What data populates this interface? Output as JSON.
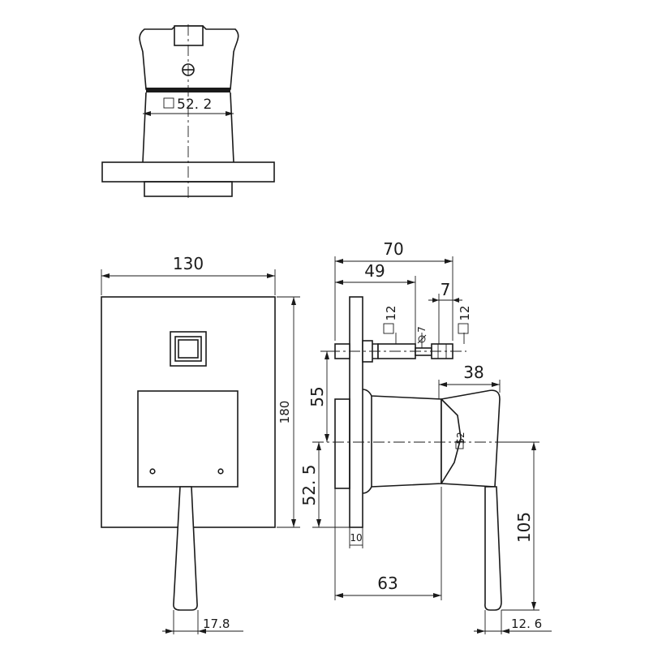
{
  "top_view": {
    "width_label": "52. 2",
    "width_symbol": "square"
  },
  "front_view": {
    "plate_width": "130",
    "plate_height": "180",
    "handle_width": "17.8"
  },
  "side_view": {
    "overall_depth": "70",
    "diverter_depth": "49",
    "diverter_tip": "7",
    "spindle_square_a": "12",
    "spindle_diameter": "7",
    "spindle_square_b": "12",
    "handle_body_depth": "38",
    "body_square": "52",
    "upper_offset": "55",
    "lower_offset": "52. 5",
    "plate_thickness": "10",
    "handle_length": "105",
    "base_depth": "63",
    "handle_tip_width": "12. 6"
  }
}
